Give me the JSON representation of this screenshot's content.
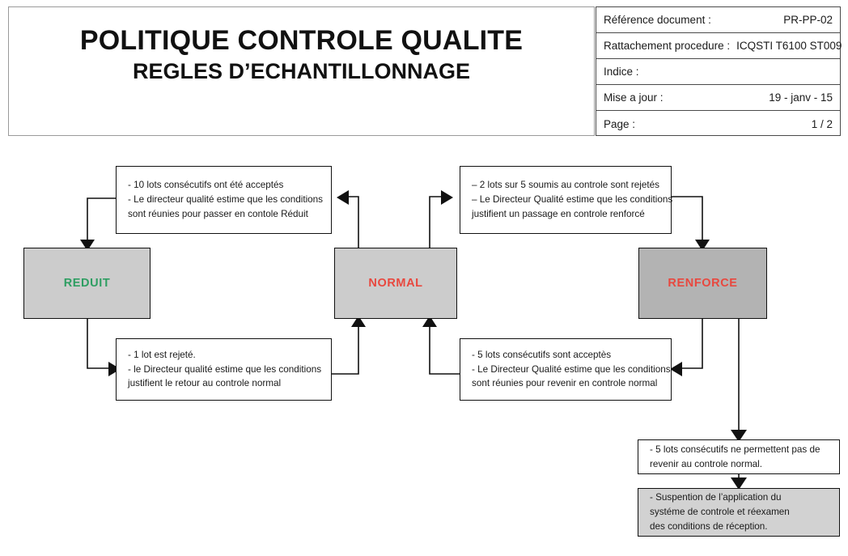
{
  "header": {
    "title_line1": "POLITIQUE CONTROLE QUALITE",
    "title_line2": "REGLES D’ECHANTILLONNAGE",
    "meta": [
      {
        "label": "Référence document :",
        "value": "PR-PP-02"
      },
      {
        "label": "Rattachement procedure :",
        "value": "ICQSTI T6100 ST009"
      },
      {
        "label": "Indice :",
        "value": ""
      },
      {
        "label": "Mise a jour :",
        "value": "19 - janv - 15"
      },
      {
        "label": "Page :",
        "value": "1 / 2"
      }
    ]
  },
  "diagram": {
    "states": [
      {
        "id": "reduit",
        "label": "REDUIT",
        "fill": "#cccccc",
        "text_color": "#2e9e62"
      },
      {
        "id": "normal",
        "label": "NORMAL",
        "fill": "#cccccc",
        "text_color": "#e8483f"
      },
      {
        "id": "renforce",
        "label": "RENFORCE",
        "fill": "#b3b3b3",
        "text_color": "#e8483f"
      }
    ],
    "notes": {
      "to_reduit": [
        "- 10 lots consécutifs ont été acceptés",
        "- Le directeur qualité estime que les conditions",
        "sont  réunies pour passer en contole Réduit"
      ],
      "to_renforce": [
        "– 2 lots sur 5 soumis au controle sont rejetés",
        "– Le Directeur Qualité estime que les conditions",
        "justifient un passage en controle renforcé"
      ],
      "reduit_to_normal": [
        "- 1 lot est rejeté.",
        "- le Directeur qualité estime que les conditions",
        "justifient le retour au controle normal"
      ],
      "renforce_to_normal": [
        "- 5 lots consécutifs sont acceptès",
        "- Le Directeur Qualité estime que les conditions",
        "sont réunies pour revenir en controle normal"
      ],
      "renforce_fail": [
        "- 5 lots consécutifs ne permettent pas de",
        " revenir au controle normal."
      ],
      "suspension": [
        "- Suspention de l’application du",
        "systéme de controle et réexamen",
        "des conditions de réception."
      ]
    }
  },
  "colors": {
    "line": "#111111",
    "state_light": "#cccccc",
    "state_dark": "#b3b3b3",
    "note_shaded": "#d2d2d2",
    "green": "#2e9e62",
    "red": "#e8483f"
  }
}
